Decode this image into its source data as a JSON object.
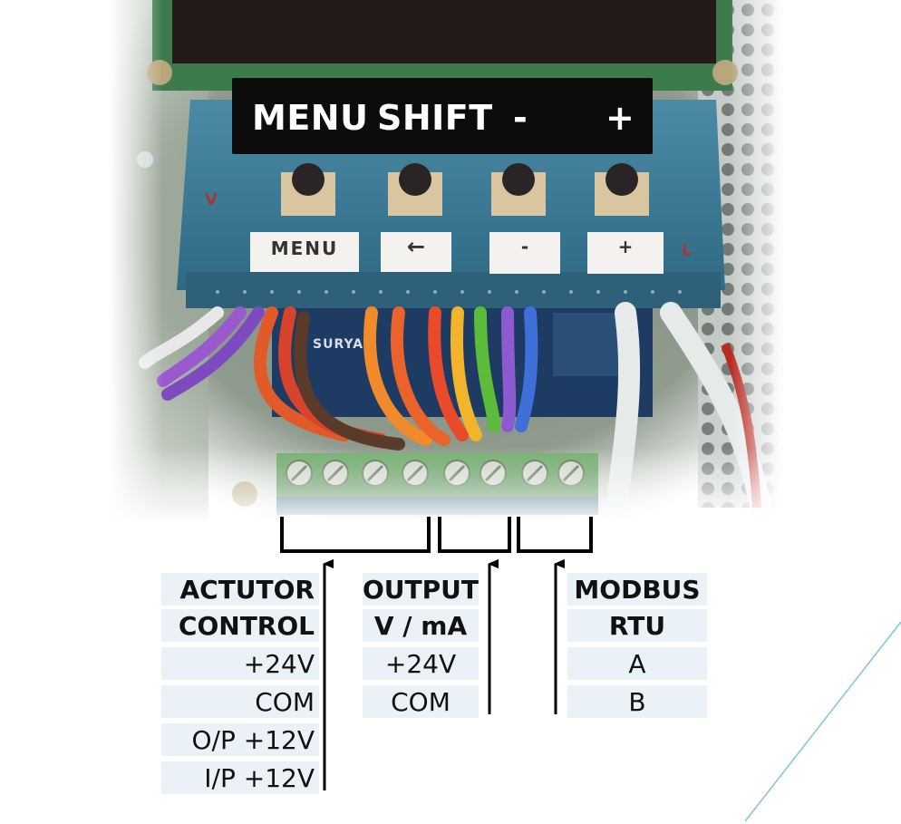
{
  "menu_bar": {
    "menu": "MENU",
    "shift": "SHIFT",
    "minus": "-",
    "plus": "+"
  },
  "keypad_labels": {
    "menu": "MENU",
    "back": "←",
    "minus": "-",
    "plus": "+",
    "left_mark": "V",
    "right_mark": "L"
  },
  "board_print": "SURYA",
  "groups": [
    {
      "title_1": "ACTUTOR",
      "title_2": "CONTROL",
      "pins": [
        "+24V",
        "COM",
        "O/P +12V",
        "I/P +12V"
      ]
    },
    {
      "title_1": "OUTPUT",
      "title_2": "V / mA",
      "pins": [
        "+24V",
        "COM"
      ]
    },
    {
      "title_1": "MODBUS",
      "title_2": "RTU",
      "pins": [
        "A",
        "B"
      ]
    }
  ],
  "colors": {
    "board_blue": "#3c7690",
    "terminal_green": "#4f8f4f",
    "bar_black": "#0c0c0c",
    "table_bg": "#eaf2f7",
    "accent_line": "#7ec3df"
  }
}
